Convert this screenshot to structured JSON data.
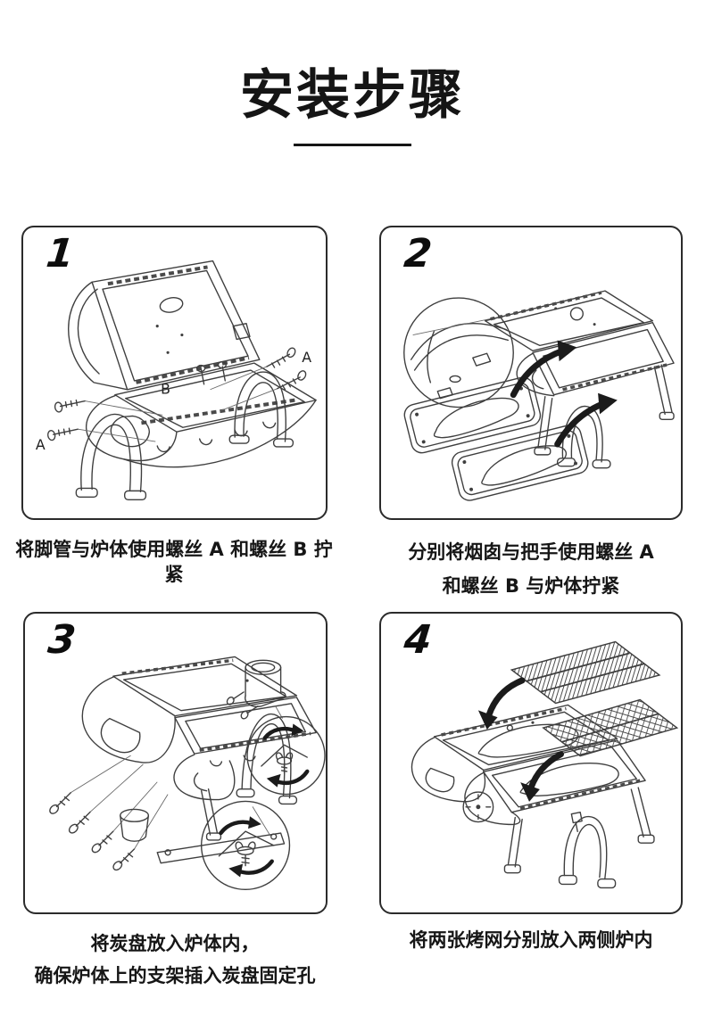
{
  "page": {
    "title": "安装步骤"
  },
  "panels": [
    {
      "number": "1",
      "captions": [
        "将脚管与炉体使用螺丝 A 和螺丝 B 拧紧"
      ],
      "screw_labels": {
        "left_a": "A",
        "right_a": "A",
        "b": "B"
      }
    },
    {
      "number": "2",
      "captions": [
        "分别将烟囱与把手使用螺丝 A",
        "和螺丝 B 与炉体拧紧"
      ]
    },
    {
      "number": "3",
      "captions": [
        "将炭盘放入炉体内，",
        "确保炉体上的支架插入炭盘固定孔"
      ]
    },
    {
      "number": "4",
      "captions": [
        "将两张烤网分别放入两侧炉内"
      ]
    }
  ]
}
